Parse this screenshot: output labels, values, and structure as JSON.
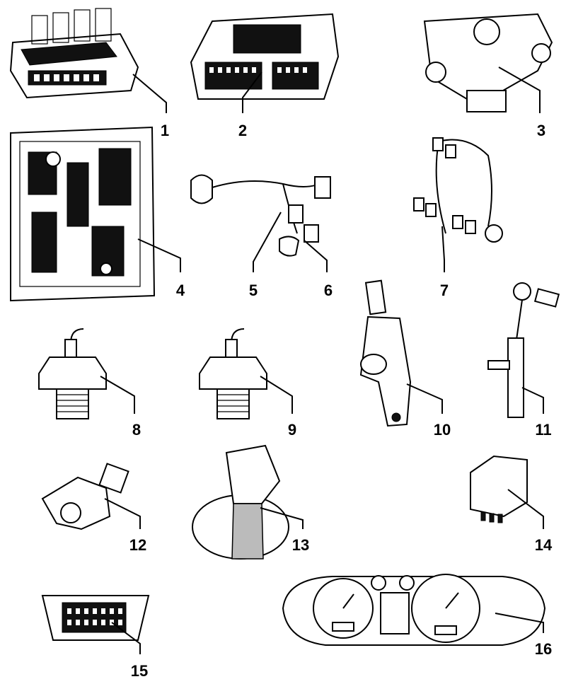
{
  "parts": [
    {
      "number": "1"
    },
    {
      "number": "2"
    },
    {
      "number": "3"
    },
    {
      "number": "4"
    },
    {
      "number": "5"
    },
    {
      "number": "6"
    },
    {
      "number": "7"
    },
    {
      "number": "8"
    },
    {
      "number": "9"
    },
    {
      "number": "10"
    },
    {
      "number": "11"
    },
    {
      "number": "12"
    },
    {
      "number": "13"
    },
    {
      "number": "14"
    },
    {
      "number": "15"
    },
    {
      "number": "16"
    }
  ],
  "colors": {
    "ink": "#000000",
    "paper": "#ffffff",
    "shade": "#bbbbbb"
  }
}
